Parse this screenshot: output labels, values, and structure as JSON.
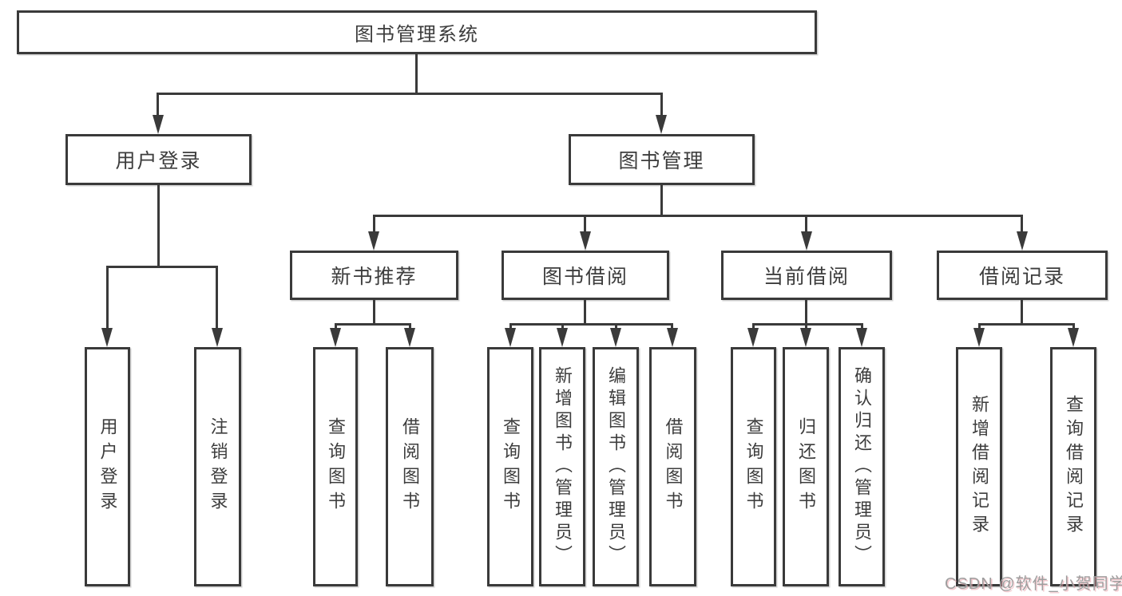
{
  "diagram": {
    "title": "图书管理系统",
    "root": {
      "label": "图书管理系统"
    },
    "level2": [
      {
        "label": "用户登录"
      },
      {
        "label": "图书管理"
      }
    ],
    "level3": [
      {
        "label": "新书推荐",
        "parent": "图书管理"
      },
      {
        "label": "图书借阅",
        "parent": "图书管理"
      },
      {
        "label": "当前借阅",
        "parent": "图书管理"
      },
      {
        "label": "借阅记录",
        "parent": "图书管理"
      }
    ],
    "level4": [
      {
        "label": "用户登录",
        "parent": "用户登录"
      },
      {
        "label": "注销登录",
        "parent": "用户登录"
      },
      {
        "label": "查询图书",
        "parent": "新书推荐"
      },
      {
        "label": "借阅图书",
        "parent": "新书推荐"
      },
      {
        "label": "查询图书",
        "parent": "图书借阅"
      },
      {
        "label": "新增图书（管理员）",
        "parent": "图书借阅"
      },
      {
        "label": "编辑图书（管理员）",
        "parent": "图书借阅"
      },
      {
        "label": "借阅图书",
        "parent": "图书借阅"
      },
      {
        "label": "查询图书",
        "parent": "当前借阅"
      },
      {
        "label": "归还图书",
        "parent": "当前借阅"
      },
      {
        "label": "确认归还（管理员）",
        "parent": "当前借阅"
      },
      {
        "label": "新增借阅记录",
        "parent": "借阅记录"
      },
      {
        "label": "查询借阅记录",
        "parent": "借阅记录"
      }
    ]
  },
  "watermark": {
    "text": "CSDN @软件_小贺同学"
  },
  "colors": {
    "line": "#3a3a3a",
    "text": "#3d3d3d",
    "watermark": "#9e9e9e",
    "background": "#ffffff"
  }
}
